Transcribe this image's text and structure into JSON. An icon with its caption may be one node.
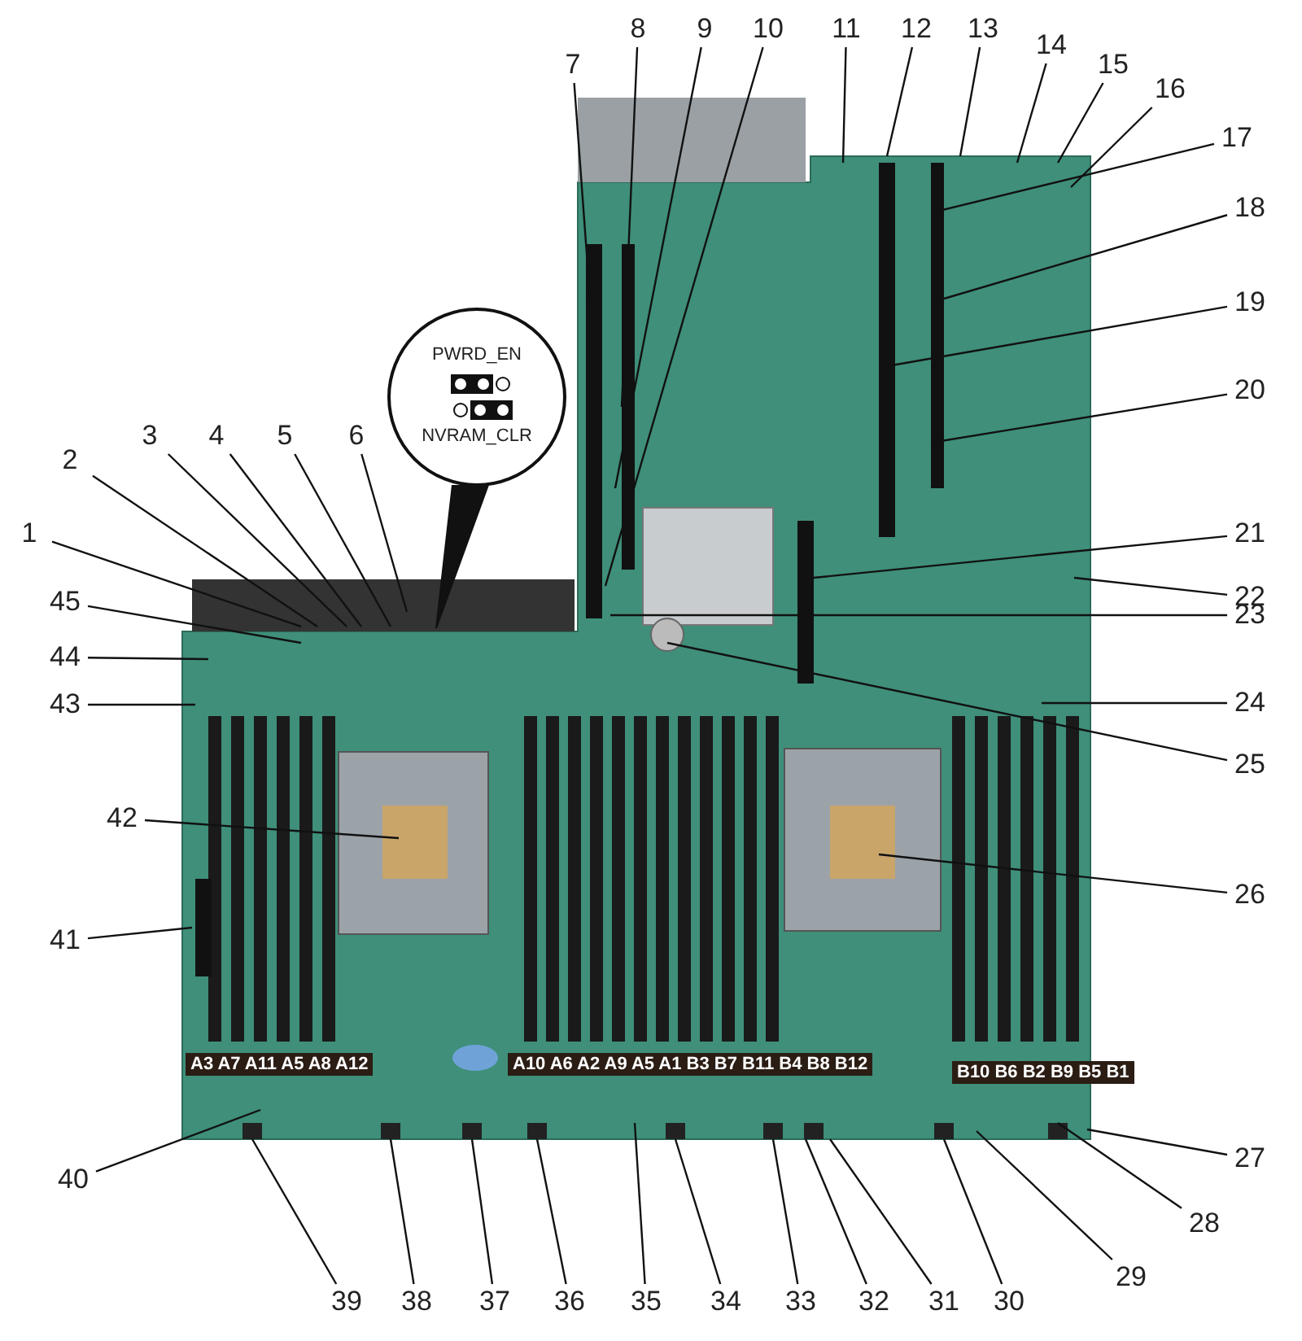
{
  "diagram": {
    "nodes": [
      {
        "text": [
          "1"
        ]
      },
      {
        "text": [
          "2"
        ]
      },
      {
        "text": [
          "3"
        ]
      },
      {
        "text": [
          "4"
        ]
      },
      {
        "text": [
          "5"
        ]
      },
      {
        "text": [
          "6"
        ]
      },
      {
        "text": [
          "7"
        ]
      },
      {
        "text": [
          "8"
        ]
      },
      {
        "text": [
          "9"
        ]
      },
      {
        "text": [
          "10"
        ]
      },
      {
        "text": [
          "11"
        ]
      },
      {
        "text": [
          "12"
        ]
      },
      {
        "text": [
          "13"
        ]
      },
      {
        "text": [
          "14"
        ]
      },
      {
        "text": [
          "15"
        ]
      },
      {
        "text": [
          "16"
        ]
      },
      {
        "text": [
          "17"
        ]
      },
      {
        "text": [
          "18"
        ]
      },
      {
        "text": [
          "19"
        ]
      },
      {
        "text": [
          "20"
        ]
      },
      {
        "text": [
          "21"
        ]
      },
      {
        "text": [
          "22"
        ]
      },
      {
        "text": [
          "23"
        ]
      },
      {
        "text": [
          "24"
        ]
      },
      {
        "text": [
          "25"
        ]
      },
      {
        "text": [
          "26"
        ]
      },
      {
        "text": [
          "27"
        ]
      },
      {
        "text": [
          "28"
        ]
      },
      {
        "text": [
          "29"
        ]
      },
      {
        "text": [
          "30"
        ]
      },
      {
        "text": [
          "31"
        ]
      },
      {
        "text": [
          "32"
        ]
      },
      {
        "text": [
          "33"
        ]
      },
      {
        "text": [
          "34"
        ]
      },
      {
        "text": [
          "35"
        ]
      },
      {
        "text": [
          "36"
        ]
      },
      {
        "text": [
          "37"
        ]
      },
      {
        "text": [
          "38"
        ]
      },
      {
        "text": [
          "39"
        ]
      },
      {
        "text": [
          "40"
        ]
      },
      {
        "text": [
          "41"
        ]
      },
      {
        "text": [
          "42"
        ]
      },
      {
        "text": [
          "43"
        ]
      },
      {
        "text": [
          "44"
        ]
      },
      {
        "text": [
          "45"
        ]
      },
      {
        "text": [
          "PWRD_EN",
          "NVRAM_CLR"
        ]
      }
    ],
    "edges": [
      {
        "from": 0,
        "to": null,
        "arrow": "none"
      },
      {
        "from": 1,
        "to": null,
        "arrow": "none"
      },
      {
        "from": 2,
        "to": null,
        "arrow": "none"
      },
      {
        "from": 3,
        "to": null,
        "arrow": "none"
      },
      {
        "from": 4,
        "to": null,
        "arrow": "none"
      },
      {
        "from": 5,
        "to": null,
        "arrow": "none"
      },
      {
        "from": 6,
        "to": null,
        "arrow": "none"
      },
      {
        "from": 7,
        "to": null,
        "arrow": "none"
      },
      {
        "from": 8,
        "to": null,
        "arrow": "none"
      },
      {
        "from": 9,
        "to": null,
        "arrow": "none"
      },
      {
        "from": 10,
        "to": null,
        "arrow": "none"
      },
      {
        "from": 11,
        "to": null,
        "arrow": "none"
      },
      {
        "from": 12,
        "to": null,
        "arrow": "none"
      },
      {
        "from": 13,
        "to": null,
        "arrow": "none"
      },
      {
        "from": 14,
        "to": null,
        "arrow": "none"
      },
      {
        "from": 15,
        "to": null,
        "arrow": "none"
      },
      {
        "from": 16,
        "to": null,
        "arrow": "none"
      },
      {
        "from": 17,
        "to": null,
        "arrow": "none"
      },
      {
        "from": 18,
        "to": null,
        "arrow": "none"
      },
      {
        "from": 19,
        "to": null,
        "arrow": "none"
      },
      {
        "from": 20,
        "to": null,
        "arrow": "none"
      },
      {
        "from": 21,
        "to": null,
        "arrow": "none"
      },
      {
        "from": 22,
        "to": null,
        "arrow": "none"
      },
      {
        "from": 23,
        "to": null,
        "arrow": "none"
      },
      {
        "from": 24,
        "to": null,
        "arrow": "none"
      },
      {
        "from": 25,
        "to": null,
        "arrow": "none"
      },
      {
        "from": 26,
        "to": null,
        "arrow": "none"
      },
      {
        "from": 27,
        "to": null,
        "arrow": "none"
      },
      {
        "from": 28,
        "to": null,
        "arrow": "none"
      },
      {
        "from": 29,
        "to": null,
        "arrow": "none"
      },
      {
        "from": 30,
        "to": null,
        "arrow": "none"
      },
      {
        "from": 31,
        "to": null,
        "arrow": "none"
      },
      {
        "from": 32,
        "to": null,
        "arrow": "none"
      },
      {
        "from": 33,
        "to": null,
        "arrow": "none"
      },
      {
        "from": 34,
        "to": null,
        "arrow": "none"
      },
      {
        "from": 35,
        "to": null,
        "arrow": "none"
      },
      {
        "from": 36,
        "to": null,
        "arrow": "none"
      },
      {
        "from": 37,
        "to": null,
        "arrow": "none"
      },
      {
        "from": 38,
        "to": null,
        "arrow": "none"
      },
      {
        "from": 39,
        "to": null,
        "arrow": "none"
      },
      {
        "from": 40,
        "to": null,
        "arrow": "none"
      },
      {
        "from": 41,
        "to": null,
        "arrow": "none"
      },
      {
        "from": 42,
        "to": null,
        "arrow": "none"
      },
      {
        "from": 43,
        "to": null,
        "arrow": "none"
      },
      {
        "from": 44,
        "to": null,
        "arrow": "none"
      }
    ],
    "labels": [
      "A3 A7 A11 A5 A8 A12",
      "A10 A6 A2 A9 A5 A1 B3 B7 B11 B4 B8 B12",
      "B10 B6 B2 B9 B5 B1"
    ]
  }
}
